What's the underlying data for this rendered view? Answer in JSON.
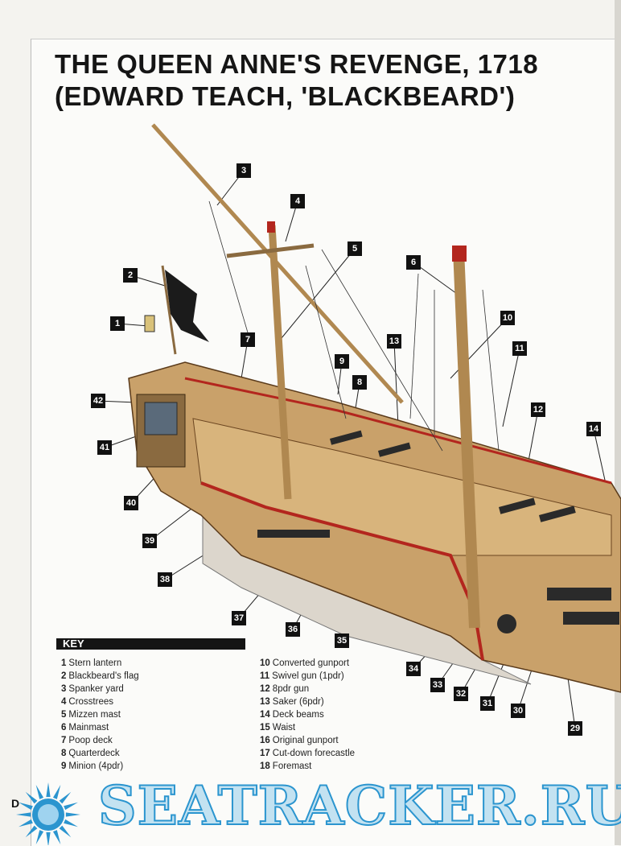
{
  "title": {
    "line1": "THE QUEEN ANNE'S REVENGE, 1718",
    "line2": "(EDWARD TEACH, 'BLACKBEARD')"
  },
  "callouts": [
    "1",
    "2",
    "3",
    "4",
    "5",
    "6",
    "7",
    "8",
    "9",
    "10",
    "11",
    "12",
    "13",
    "14",
    "29",
    "30",
    "31",
    "32",
    "33",
    "34",
    "35",
    "36",
    "37",
    "38",
    "39",
    "40",
    "41",
    "42"
  ],
  "key": {
    "heading": "KEY",
    "items": [
      {
        "num": "1",
        "label": "Stern lantern"
      },
      {
        "num": "2",
        "label": "Blackbeard's flag"
      },
      {
        "num": "3",
        "label": "Spanker yard"
      },
      {
        "num": "4",
        "label": "Crosstrees"
      },
      {
        "num": "5",
        "label": "Mizzen mast"
      },
      {
        "num": "6",
        "label": "Mainmast"
      },
      {
        "num": "7",
        "label": "Poop deck"
      },
      {
        "num": "8",
        "label": "Quarterdeck"
      },
      {
        "num": "9",
        "label": "Minion (4pdr)"
      },
      {
        "num": "10",
        "label": "Converted gunport"
      },
      {
        "num": "11",
        "label": "Swivel gun (1pdr)"
      },
      {
        "num": "12",
        "label": "8pdr gun"
      },
      {
        "num": "13",
        "label": "Saker (6pdr)"
      },
      {
        "num": "14",
        "label": "Deck beams"
      },
      {
        "num": "15",
        "label": "Waist"
      },
      {
        "num": "16",
        "label": "Original gunport"
      },
      {
        "num": "17",
        "label": "Cut-down forecastle"
      },
      {
        "num": "18",
        "label": "Foremast"
      }
    ]
  },
  "page_letter": "D",
  "watermark": "SEATRACKER.RU"
}
